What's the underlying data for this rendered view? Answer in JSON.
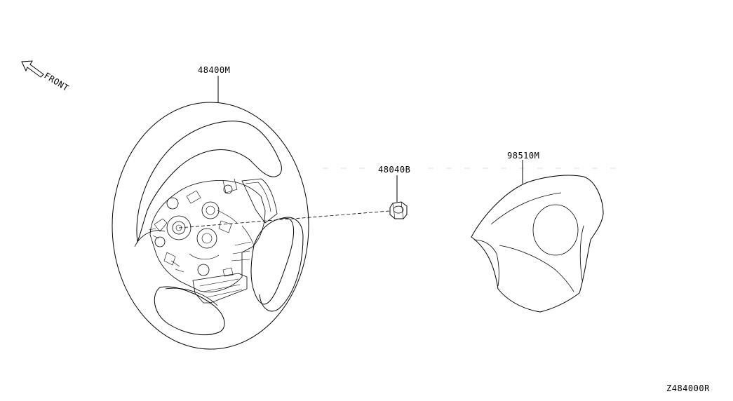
{
  "orientation": {
    "label": "FRONT"
  },
  "parts": [
    {
      "number": "48400M"
    },
    {
      "number": "48040B"
    },
    {
      "number": "98510M"
    }
  ],
  "diagram_code": "Z484000R"
}
